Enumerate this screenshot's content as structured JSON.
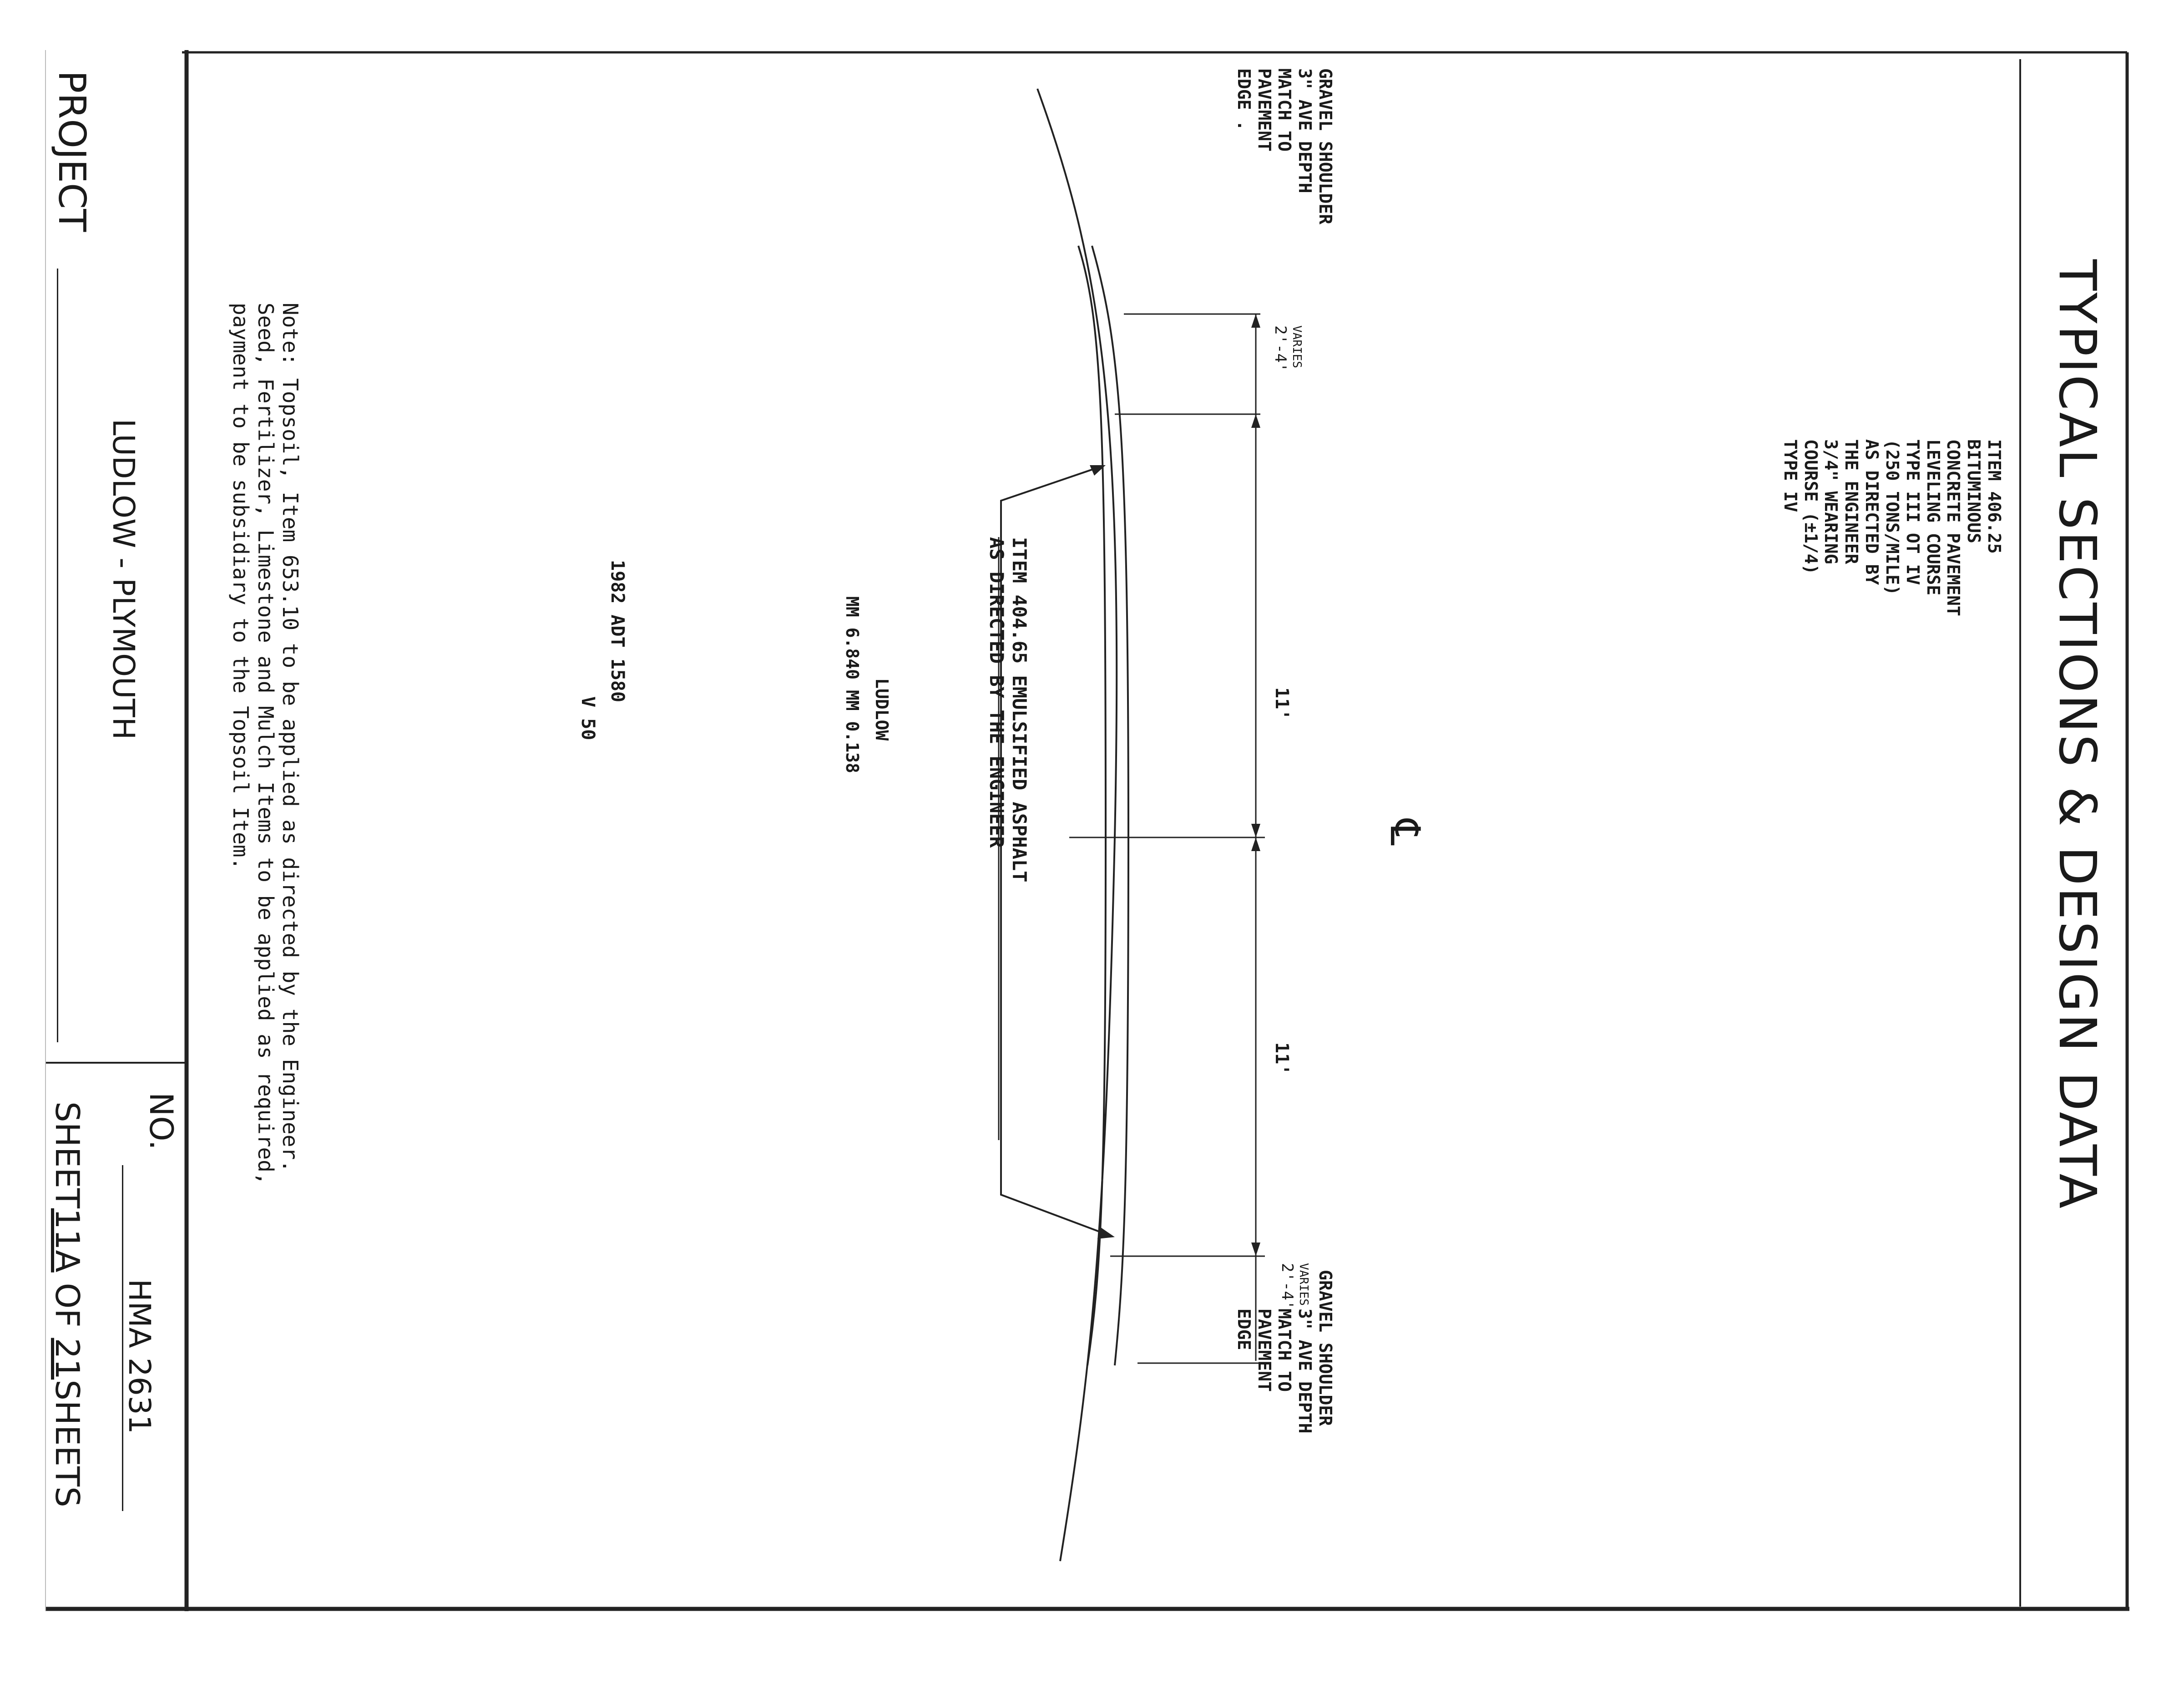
{
  "title": "TYPICAL SECTIONS & DESIGN DATA",
  "leveling_spec": {
    "lines": [
      "ITEM 406.25 BITUMINOUS CONCRETE PAVEMENT",
      "LEVELING COURSE TYPE III OT IV (250 TONS/MILE)",
      "AS DIRECTED BY THE ENGINEER",
      "3/4\" WEARING COURSE (±1/4) TYPE IV"
    ]
  },
  "left_shoulder": {
    "lines": [
      "GRAVEL SHOULDER",
      "3\" AVE DEPTH",
      "MATCH TO",
      "PAVEMENT",
      "EDGE ."
    ],
    "varies_label": "VARIES",
    "varies_value": "2'-4'"
  },
  "right_shoulder": {
    "lines": [
      "GRAVEL SHOULDER",
      "3\" AVE DEPTH",
      "MATCH TO",
      "PAVEMENT",
      "EDGE"
    ],
    "varies_label": "VARIES",
    "varies_value": "2'-4'"
  },
  "lane_widths": {
    "left": "11'",
    "right": "11'"
  },
  "centerline_symbol": "℄",
  "emulsified_spec": {
    "lines": [
      "ITEM 404.65 EMULSIFIED ASPHALT",
      "AS DIRECTED BY THE ENGINEER"
    ]
  },
  "location": {
    "town": "LUDLOW",
    "mileposts": "MM 6.840 MM 0.138"
  },
  "traffic": {
    "adt": "1982 ADT 1580",
    "speed": "V 50"
  },
  "note": {
    "lines": [
      "Note: Topsoil, Item 653.10 to be applied as directed by the Engineer.",
      "Seed, Fertilizer, Limestone and Mulch Items to be applied as required,",
      "payment to be subsidiary to the Topsoil Item."
    ]
  },
  "title_block": {
    "project_label": "PROJECT",
    "project_name": "LUDLOW - PLYMOUTH",
    "no_label": "NO.",
    "no_value": "HMA 2631",
    "sheet_prefix": "SHEET",
    "sheet_number": "11A",
    "sheet_of": "OF",
    "total_sheets": "21",
    "sheet_suffix": "SHEETS"
  }
}
